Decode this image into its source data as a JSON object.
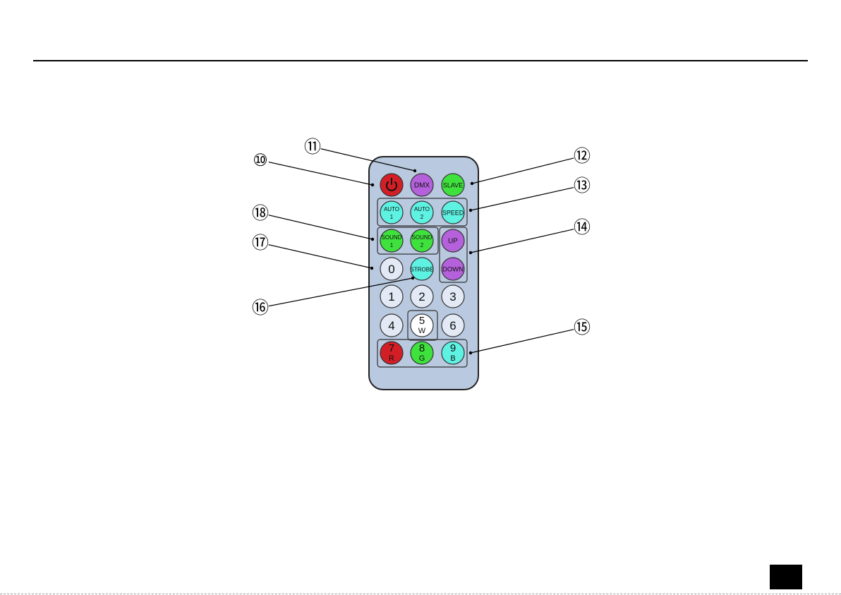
{
  "remote": {
    "body_color": "#b9c9df",
    "buttons": [
      {
        "id": "power",
        "label": "",
        "sub": "",
        "icon": "power-icon",
        "color": "#d21f26"
      },
      {
        "id": "dmx",
        "label": "DMX",
        "sub": "",
        "color": "#b561dc"
      },
      {
        "id": "slave",
        "label": "SLAVE",
        "sub": "",
        "color": "#3fe23d"
      },
      {
        "id": "auto1",
        "label": "AUTO",
        "sub": "1",
        "color": "#5ef2e3"
      },
      {
        "id": "auto2",
        "label": "AUTO",
        "sub": "2",
        "color": "#5ef2e3"
      },
      {
        "id": "speed",
        "label": "SPEED",
        "sub": "",
        "color": "#5ef2e3"
      },
      {
        "id": "sound1",
        "label": "SOUND",
        "sub": "1",
        "color": "#3fe23d"
      },
      {
        "id": "sound2",
        "label": "SOUND",
        "sub": "2",
        "color": "#3fe23d"
      },
      {
        "id": "up",
        "label": "UP",
        "sub": "",
        "color": "#b561dc"
      },
      {
        "id": "down",
        "label": "DOWN",
        "sub": "",
        "color": "#b561dc"
      },
      {
        "id": "zero",
        "label": "0",
        "sub": "",
        "color": "#e3eaf5"
      },
      {
        "id": "strobe",
        "label": "STROBE",
        "sub": "",
        "color": "#5ef2e3"
      },
      {
        "id": "one",
        "label": "1",
        "sub": "",
        "color": "#e3eaf5"
      },
      {
        "id": "two",
        "label": "2",
        "sub": "",
        "color": "#e3eaf5"
      },
      {
        "id": "three",
        "label": "3",
        "sub": "",
        "color": "#e3eaf5"
      },
      {
        "id": "four",
        "label": "4",
        "sub": "",
        "color": "#e3eaf5"
      },
      {
        "id": "five",
        "label": "5",
        "sub": "W",
        "color": "#ffffff"
      },
      {
        "id": "six",
        "label": "6",
        "sub": "",
        "color": "#e3eaf5"
      },
      {
        "id": "seven",
        "label": "7",
        "sub": "R",
        "color": "#d21f26"
      },
      {
        "id": "eight",
        "label": "8",
        "sub": "G",
        "color": "#3fe23d"
      },
      {
        "id": "nine",
        "label": "9",
        "sub": "B",
        "color": "#5ef2e3"
      }
    ]
  },
  "callouts": [
    {
      "id": "c10",
      "label": "⑩"
    },
    {
      "id": "c11",
      "label": "⑪"
    },
    {
      "id": "c12",
      "label": "⑫"
    },
    {
      "id": "c13",
      "label": "⑬"
    },
    {
      "id": "c14",
      "label": "⑭"
    },
    {
      "id": "c15",
      "label": "⑮"
    },
    {
      "id": "c16",
      "label": "⑯"
    },
    {
      "id": "c17",
      "label": "⑰"
    },
    {
      "id": "c18",
      "label": "⑱"
    }
  ]
}
